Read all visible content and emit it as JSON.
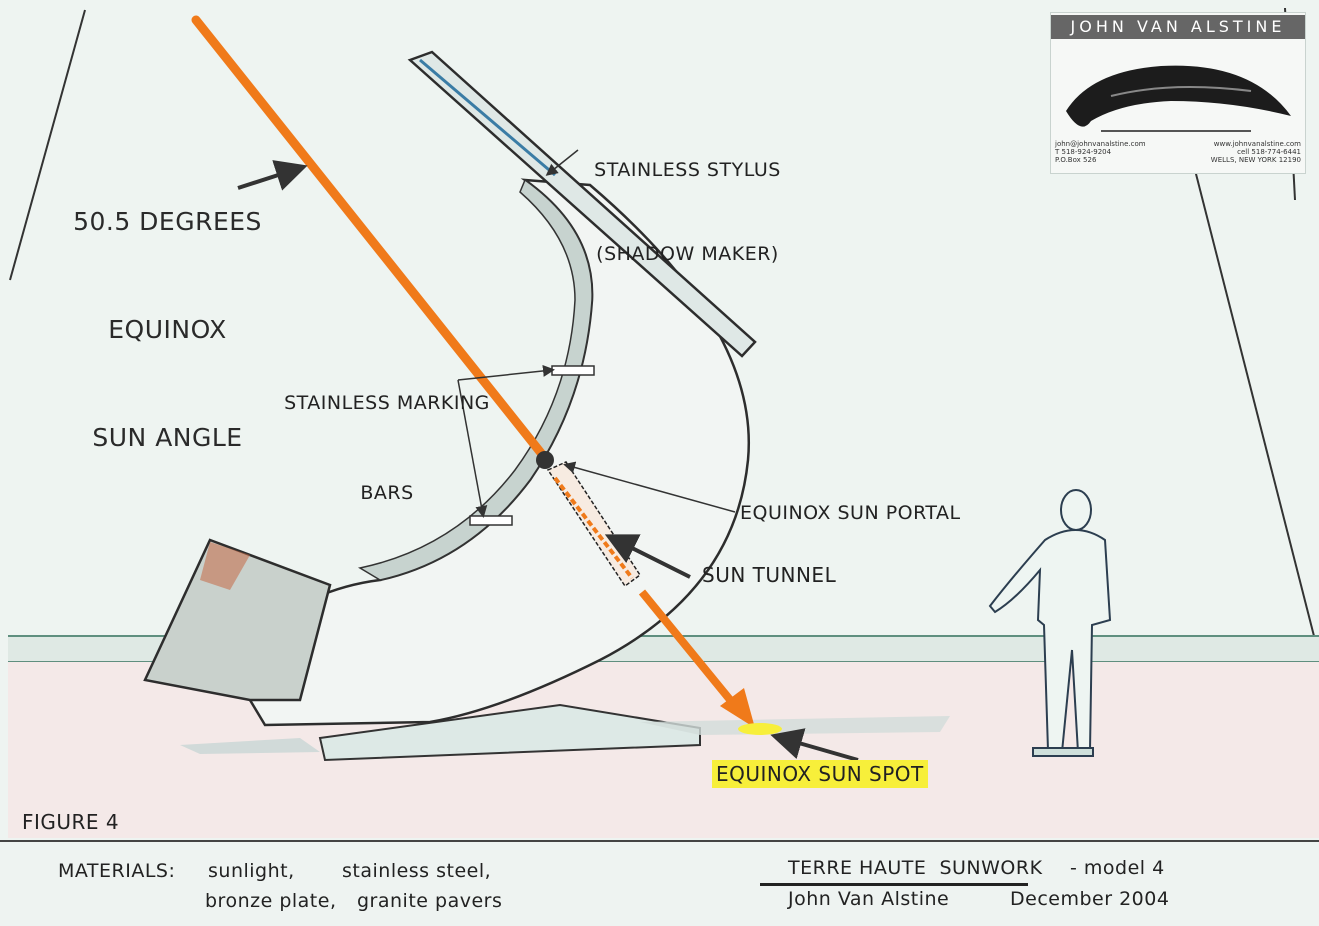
{
  "labels": {
    "sun_angle": [
      "50.5 DEGREES",
      "EQUINOX",
      "SUN ANGLE"
    ],
    "stylus": [
      "STAINLESS STYLUS",
      "(SHADOW MAKER)"
    ],
    "marking_bars": [
      "STAINLESS MARKING",
      "BARS"
    ],
    "portal": "EQUINOX SUN PORTAL",
    "tunnel": "SUN TUNNEL",
    "sun_spot": "EQUINOX SUN SPOT",
    "figure": "FIGURE 4"
  },
  "logo": {
    "name": "JOHN VAN ALSTINE",
    "contact_left": [
      "john@johnvanalstine.com",
      "T 518-924-9204",
      "P.O.Box 526"
    ],
    "contact_right": [
      "www.johnvanalstine.com",
      "cell 518-774-6441",
      "WELLS, NEW YORK 12190"
    ]
  },
  "footer": {
    "materials_label": "MATERIALS:",
    "materials_line1": [
      "sunlight,",
      "stainless steel,"
    ],
    "materials_line2": [
      "bronze plate,",
      "granite pavers"
    ],
    "title": "TERRE HAUTE  SUNWORK",
    "model": "- model 4",
    "artist": "John Van Alstine",
    "date": "December 2004"
  },
  "colors": {
    "sun_ray": "#f07a1a",
    "sun_spot": "#f7ef3a",
    "background": "#eef4f1",
    "floor": "#f4e6e6"
  }
}
